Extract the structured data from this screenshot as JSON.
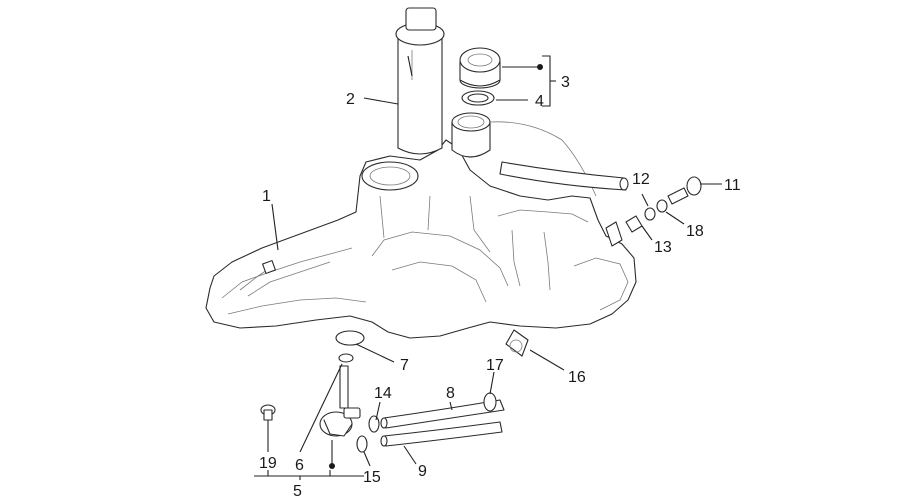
{
  "diagram": {
    "callouts": [
      {
        "id": "c1",
        "label": "1"
      },
      {
        "id": "c2",
        "label": "2"
      },
      {
        "id": "c3",
        "label": "3"
      },
      {
        "id": "c4",
        "label": "4"
      },
      {
        "id": "c5",
        "label": "5"
      },
      {
        "id": "c6",
        "label": "6"
      },
      {
        "id": "c7",
        "label": "7"
      },
      {
        "id": "c8",
        "label": "8"
      },
      {
        "id": "c9",
        "label": "9"
      },
      {
        "id": "c11",
        "label": "11"
      },
      {
        "id": "c12",
        "label": "12"
      },
      {
        "id": "c13",
        "label": "13"
      },
      {
        "id": "c14",
        "label": "14"
      },
      {
        "id": "c15",
        "label": "15"
      },
      {
        "id": "c16",
        "label": "16"
      },
      {
        "id": "c17",
        "label": "17"
      },
      {
        "id": "c18",
        "label": "18"
      },
      {
        "id": "c19",
        "label": "19"
      }
    ]
  }
}
